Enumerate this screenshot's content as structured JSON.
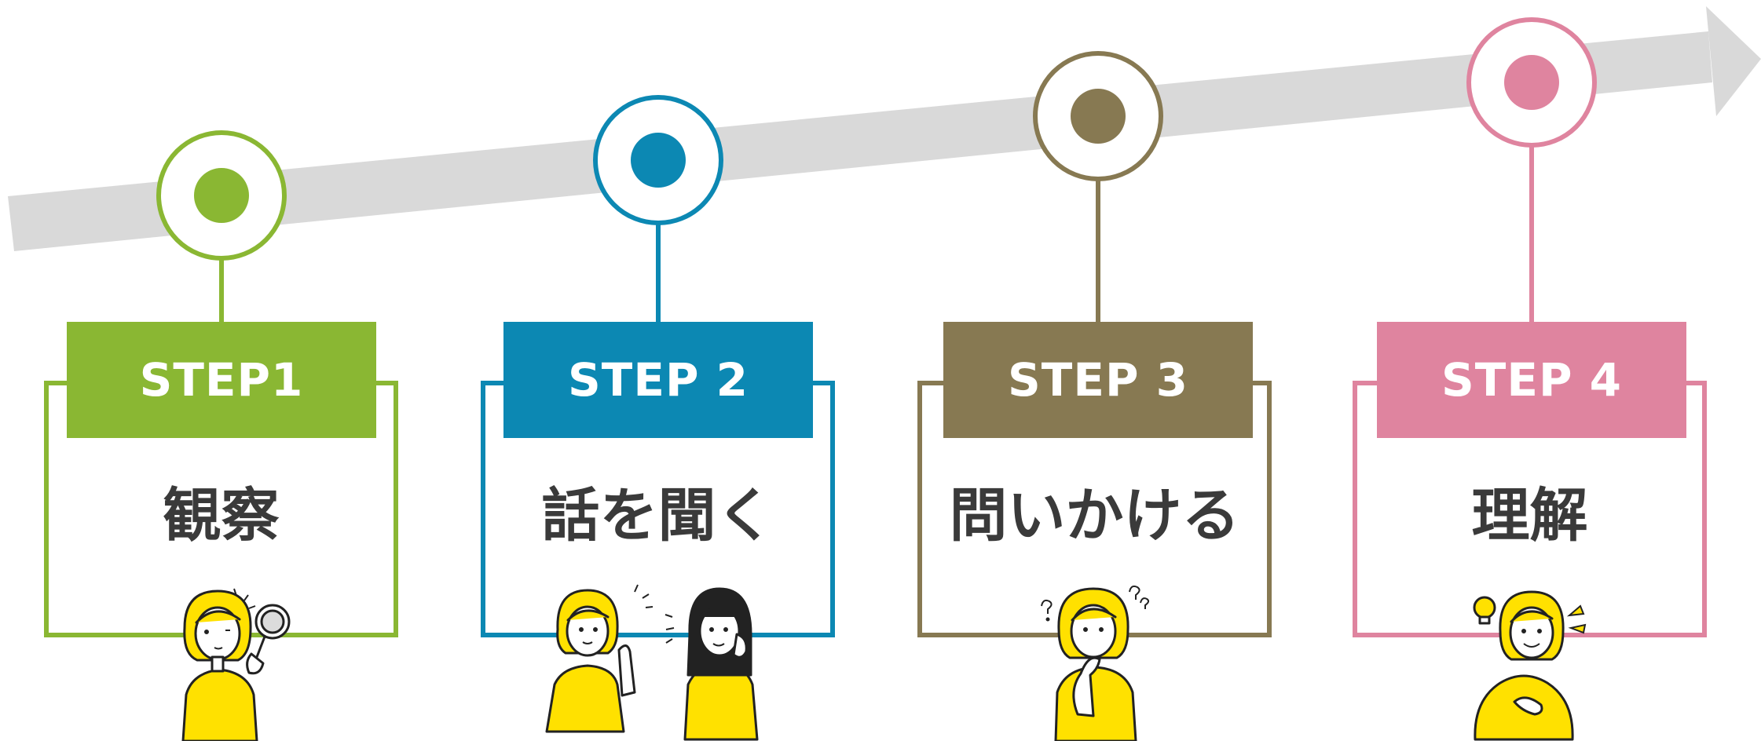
{
  "colors": {
    "arrow": "#d9d9d9",
    "step1": "#8ab733",
    "step2": "#0c88b3",
    "step3": "#877952",
    "step4": "#df849f",
    "text": "#3a3a3a",
    "hair": "#ffe100"
  },
  "steps": [
    {
      "label": "STEP1",
      "title": "観察"
    },
    {
      "label": "STEP 2",
      "title": "話を聞く"
    },
    {
      "label": "STEP 3",
      "title": "問いかける"
    },
    {
      "label": "STEP 4",
      "title": "理解"
    }
  ]
}
